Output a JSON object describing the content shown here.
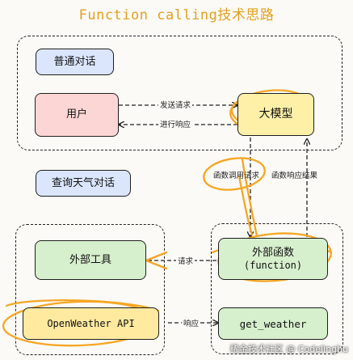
{
  "title": "Function calling技术思路",
  "groups": {
    "normal_chat": "普通对话",
    "weather_chat": "查询天气对话"
  },
  "nodes": {
    "user": "用户",
    "llm": "大模型",
    "external_tool": "外部工具",
    "external_function_line1": "外部函数",
    "external_function_line2": "(function)",
    "openweather_api": "OpenWeather API",
    "get_weather": "get_weather"
  },
  "edges": {
    "send_request": "发送请求",
    "respond": "进行响应",
    "function_call_request": "函数调用请求",
    "function_response_result": "函数响应结果",
    "request": "请求",
    "response": "响应"
  },
  "watermark": "稀金技术社区 @ Codelinghu",
  "colors": {
    "title": "#e0a020",
    "highlight_orange": "#f5a623",
    "blue_fill": "#dbe6fd",
    "pink_fill": "#fcd6d5",
    "yellow_fill": "#fff0a8",
    "green_fill": "#d6efcd"
  }
}
